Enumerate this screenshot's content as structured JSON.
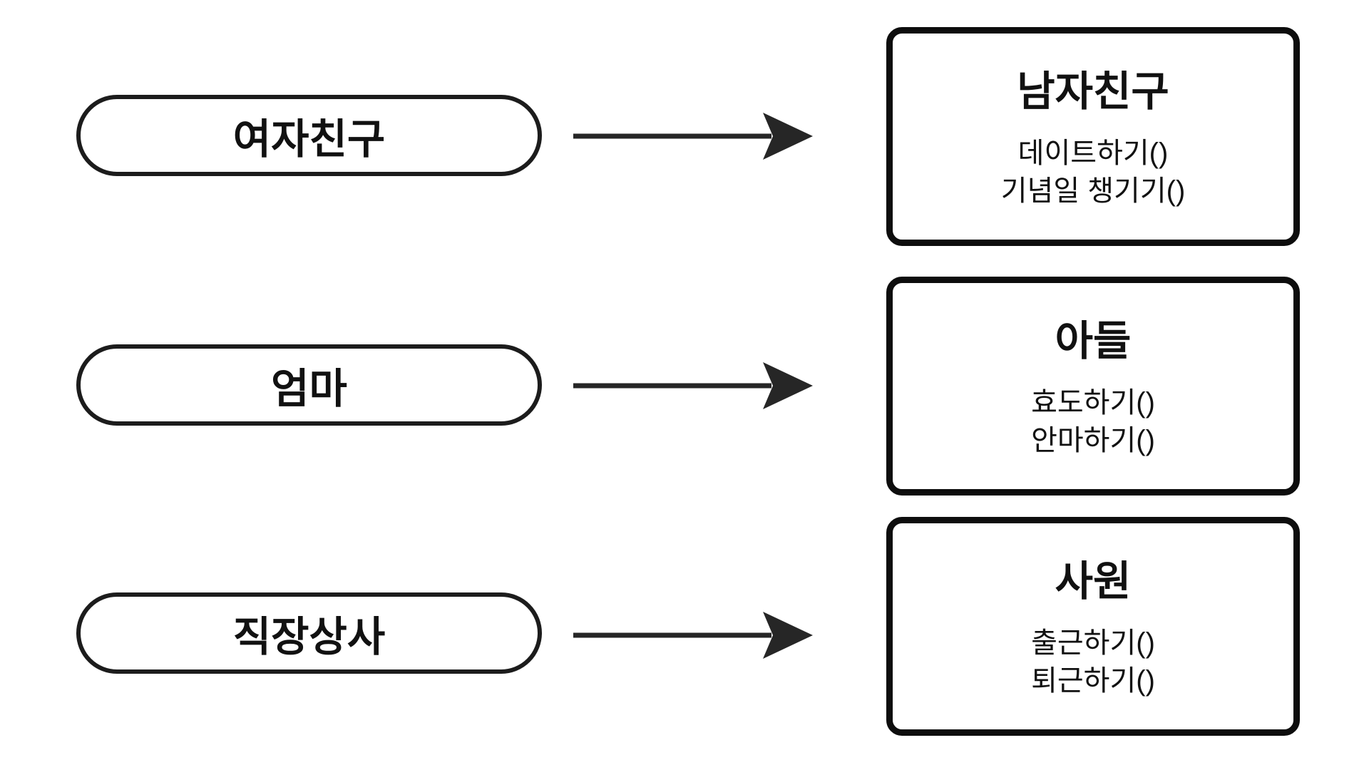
{
  "diagram": {
    "title": "actor-to-class mapping diagram",
    "colors": {
      "background": "#ffffff",
      "stroke": "#1c1c1c",
      "box_stroke": "#0d0d0d",
      "text": "#111111"
    },
    "rows": [
      {
        "actor": "여자친구",
        "class": {
          "name": "남자친구",
          "methods": [
            "데이트하기()",
            "기념일 챙기기()"
          ]
        }
      },
      {
        "actor": "엄마",
        "class": {
          "name": "아들",
          "methods": [
            "효도하기()",
            "안마하기()"
          ]
        }
      },
      {
        "actor": "직장상사",
        "class": {
          "name": "사원",
          "methods": [
            "출근하기()",
            "퇴근하기()"
          ]
        }
      }
    ]
  }
}
